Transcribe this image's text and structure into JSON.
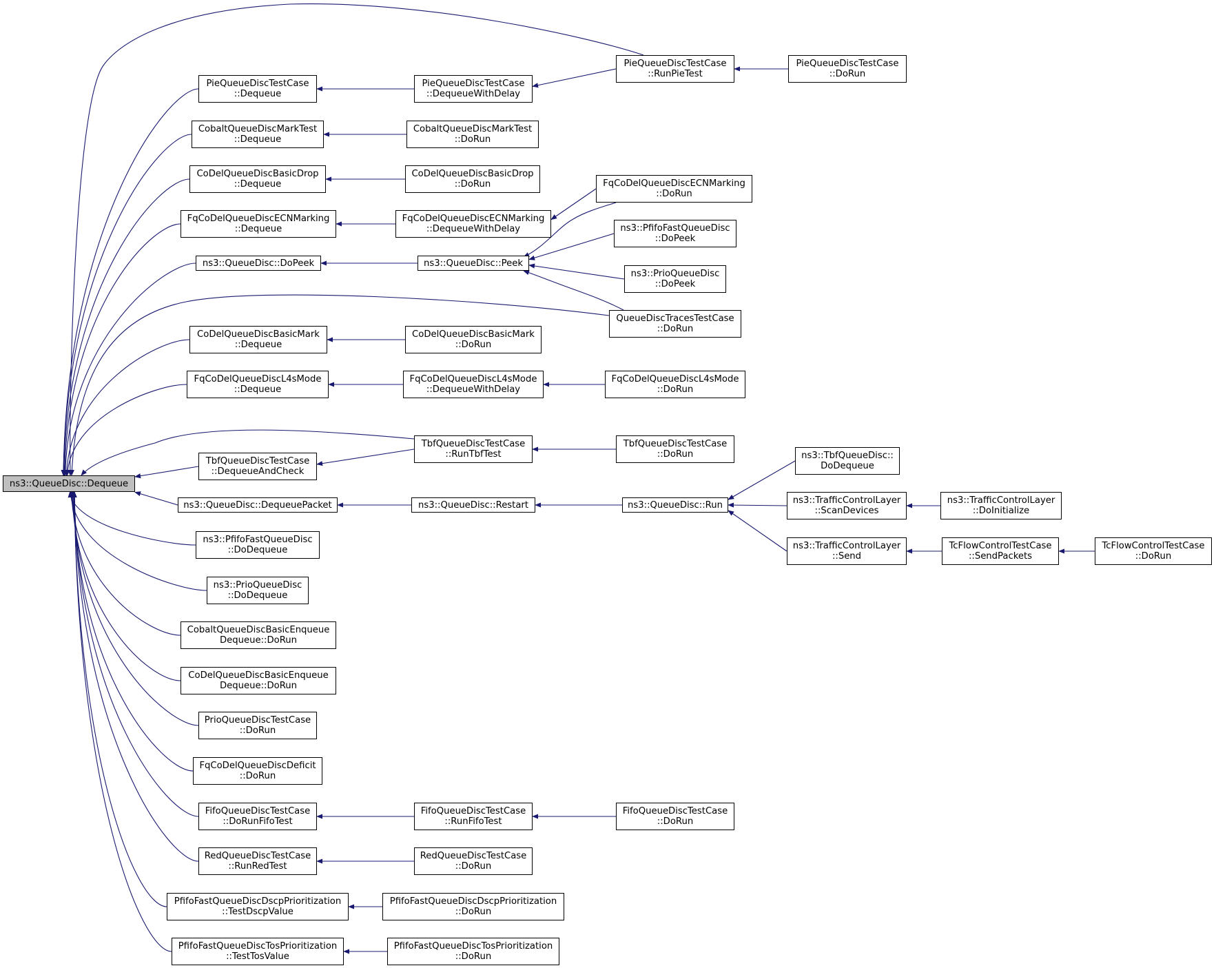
{
  "graph": {
    "title": "",
    "edge_color": "#191970",
    "root_fill": "#bfbfbf",
    "nodes": [
      {
        "id": "root",
        "lines": [
          "ns3::QueueDisc::Dequeue"
        ],
        "root": true
      },
      {
        "id": "pie_run",
        "lines": [
          "PieQueueDiscTestCase",
          "::RunPieTest"
        ]
      },
      {
        "id": "pie_dorun",
        "lines": [
          "PieQueueDiscTestCase",
          "::DoRun"
        ]
      },
      {
        "id": "pie_deq",
        "lines": [
          "PieQueueDiscTestCase",
          "::Dequeue"
        ]
      },
      {
        "id": "pie_dwd",
        "lines": [
          "PieQueueDiscTestCase",
          "::DequeueWithDelay"
        ]
      },
      {
        "id": "cob_mark_deq",
        "lines": [
          "CobaltQueueDiscMarkTest",
          "::Dequeue"
        ]
      },
      {
        "id": "cob_mark_run",
        "lines": [
          "CobaltQueueDiscMarkTest",
          "::DoRun"
        ]
      },
      {
        "id": "cod_drop_deq",
        "lines": [
          "CoDelQueueDiscBasicDrop",
          "::Dequeue"
        ]
      },
      {
        "id": "cod_drop_run",
        "lines": [
          "CoDelQueueDiscBasicDrop",
          "::DoRun"
        ]
      },
      {
        "id": "fq_ecn_run",
        "lines": [
          "FqCoDelQueueDiscECNMarking",
          "::DoRun"
        ]
      },
      {
        "id": "fq_ecn_deq",
        "lines": [
          "FqCoDelQueueDiscECNMarking",
          "::Dequeue"
        ]
      },
      {
        "id": "fq_ecn_dwd",
        "lines": [
          "FqCoDelQueueDiscECNMarking",
          "::DequeueWithDelay"
        ]
      },
      {
        "id": "pfifo_dopeek",
        "lines": [
          "ns3::PfifoFastQueueDisc",
          "::DoPeek"
        ]
      },
      {
        "id": "dopeek",
        "lines": [
          "ns3::QueueDisc::DoPeek"
        ]
      },
      {
        "id": "peek",
        "lines": [
          "ns3::QueueDisc::Peek"
        ]
      },
      {
        "id": "prio_dopeek",
        "lines": [
          "ns3::PrioQueueDisc",
          "::DoPeek"
        ]
      },
      {
        "id": "traces_run",
        "lines": [
          "QueueDiscTracesTestCase",
          "::DoRun"
        ]
      },
      {
        "id": "cod_mark_deq",
        "lines": [
          "CoDelQueueDiscBasicMark",
          "::Dequeue"
        ]
      },
      {
        "id": "cod_mark_run",
        "lines": [
          "CoDelQueueDiscBasicMark",
          "::DoRun"
        ]
      },
      {
        "id": "fq_l4s_deq",
        "lines": [
          "FqCoDelQueueDiscL4sMode",
          "::Dequeue"
        ]
      },
      {
        "id": "fq_l4s_dwd",
        "lines": [
          "FqCoDelQueueDiscL4sMode",
          "::DequeueWithDelay"
        ]
      },
      {
        "id": "fq_l4s_run",
        "lines": [
          "FqCoDelQueueDiscL4sMode",
          "::DoRun"
        ]
      },
      {
        "id": "tbf_run",
        "lines": [
          "TbfQueueDiscTestCase",
          "::RunTbfTest"
        ]
      },
      {
        "id": "tbf_dorun",
        "lines": [
          "TbfQueueDiscTestCase",
          "::DoRun"
        ]
      },
      {
        "id": "tbf_dac",
        "lines": [
          "TbfQueueDiscTestCase",
          "::DequeueAndCheck"
        ]
      },
      {
        "id": "tbf_dodeq",
        "lines": [
          "ns3::TbfQueueDisc::",
          "DoDequeue"
        ]
      },
      {
        "id": "deqpkt",
        "lines": [
          "ns3::QueueDisc::DequeuePacket"
        ]
      },
      {
        "id": "restart",
        "lines": [
          "ns3::QueueDisc::Restart"
        ]
      },
      {
        "id": "qrun",
        "lines": [
          "ns3::QueueDisc::Run"
        ]
      },
      {
        "id": "tcl_scan",
        "lines": [
          "ns3::TrafficControlLayer",
          "::ScanDevices"
        ]
      },
      {
        "id": "tcl_init",
        "lines": [
          "ns3::TrafficControlLayer",
          "::DoInitialize"
        ]
      },
      {
        "id": "tcl_send",
        "lines": [
          "ns3::TrafficControlLayer",
          "::Send"
        ]
      },
      {
        "id": "tc_send",
        "lines": [
          "TcFlowControlTestCase",
          "::SendPackets"
        ]
      },
      {
        "id": "tc_run",
        "lines": [
          "TcFlowControlTestCase",
          "::DoRun"
        ]
      },
      {
        "id": "pfifo_dodeq",
        "lines": [
          "ns3::PfifoFastQueueDisc",
          "::DoDequeue"
        ]
      },
      {
        "id": "prio_dodeq",
        "lines": [
          "ns3::PrioQueueDisc",
          "::DoDequeue"
        ]
      },
      {
        "id": "cob_enq",
        "lines": [
          "CobaltQueueDiscBasicEnqueue",
          "Dequeue::DoRun"
        ]
      },
      {
        "id": "cod_enq",
        "lines": [
          "CoDelQueueDiscBasicEnqueue",
          "Dequeue::DoRun"
        ]
      },
      {
        "id": "prio_tc_run",
        "lines": [
          "PrioQueueDiscTestCase",
          "::DoRun"
        ]
      },
      {
        "id": "fq_def_run",
        "lines": [
          "FqCoDelQueueDiscDeficit",
          "::DoRun"
        ]
      },
      {
        "id": "fifo_drft",
        "lines": [
          "FifoQueueDiscTestCase",
          "::DoRunFifoTest"
        ]
      },
      {
        "id": "fifo_rft",
        "lines": [
          "FifoQueueDiscTestCase",
          "::RunFifoTest"
        ]
      },
      {
        "id": "fifo_run",
        "lines": [
          "FifoQueueDiscTestCase",
          "::DoRun"
        ]
      },
      {
        "id": "red_rrt",
        "lines": [
          "RedQueueDiscTestCase",
          "::RunRedTest"
        ]
      },
      {
        "id": "red_run",
        "lines": [
          "RedQueueDiscTestCase",
          "::DoRun"
        ]
      },
      {
        "id": "dscp_test",
        "lines": [
          "PfifoFastQueueDiscDscpPrioritization",
          "::TestDscpValue"
        ]
      },
      {
        "id": "dscp_run",
        "lines": [
          "PfifoFastQueueDiscDscpPrioritization",
          "::DoRun"
        ]
      },
      {
        "id": "tos_test",
        "lines": [
          "PfifoFastQueueDiscTosPrioritization",
          "::TestTosValue"
        ]
      },
      {
        "id": "tos_run",
        "lines": [
          "PfifoFastQueueDiscTosPrioritization",
          "::DoRun"
        ]
      }
    ],
    "edges": [
      [
        "pie_run",
        "root"
      ],
      [
        "pie_deq",
        "root"
      ],
      [
        "cob_mark_deq",
        "root"
      ],
      [
        "cod_drop_deq",
        "root"
      ],
      [
        "fq_ecn_deq",
        "root"
      ],
      [
        "dopeek",
        "root"
      ],
      [
        "traces_run",
        "root"
      ],
      [
        "cod_mark_deq",
        "root"
      ],
      [
        "fq_l4s_deq",
        "root"
      ],
      [
        "tbf_run",
        "root"
      ],
      [
        "tbf_dac",
        "root"
      ],
      [
        "deqpkt",
        "root"
      ],
      [
        "pfifo_dodeq",
        "root"
      ],
      [
        "prio_dodeq",
        "root"
      ],
      [
        "cob_enq",
        "root"
      ],
      [
        "cod_enq",
        "root"
      ],
      [
        "prio_tc_run",
        "root"
      ],
      [
        "fq_def_run",
        "root"
      ],
      [
        "fifo_drft",
        "root"
      ],
      [
        "red_rrt",
        "root"
      ],
      [
        "dscp_test",
        "root"
      ],
      [
        "tos_test",
        "root"
      ],
      [
        "pie_dorun",
        "pie_run"
      ],
      [
        "pie_dwd",
        "pie_deq"
      ],
      [
        "pie_run",
        "pie_dwd"
      ],
      [
        "cob_mark_run",
        "cob_mark_deq"
      ],
      [
        "cod_drop_run",
        "cod_drop_deq"
      ],
      [
        "fq_ecn_dwd",
        "fq_ecn_deq"
      ],
      [
        "fq_ecn_run",
        "fq_ecn_dwd"
      ],
      [
        "peek",
        "dopeek"
      ],
      [
        "fq_ecn_run",
        "peek"
      ],
      [
        "pfifo_dopeek",
        "peek"
      ],
      [
        "prio_dopeek",
        "peek"
      ],
      [
        "traces_run",
        "peek"
      ],
      [
        "cod_mark_run",
        "cod_mark_deq"
      ],
      [
        "fq_l4s_dwd",
        "fq_l4s_deq"
      ],
      [
        "fq_l4s_run",
        "fq_l4s_dwd"
      ],
      [
        "tbf_run",
        "tbf_dac"
      ],
      [
        "tbf_dorun",
        "tbf_run"
      ],
      [
        "restart",
        "deqpkt"
      ],
      [
        "qrun",
        "restart"
      ],
      [
        "tbf_dodeq",
        "qrun"
      ],
      [
        "tcl_scan",
        "qrun"
      ],
      [
        "tcl_send",
        "qrun"
      ],
      [
        "tcl_init",
        "tcl_scan"
      ],
      [
        "tc_send",
        "tcl_send"
      ],
      [
        "tc_run",
        "tc_send"
      ],
      [
        "fifo_rft",
        "fifo_drft"
      ],
      [
        "fifo_run",
        "fifo_rft"
      ],
      [
        "red_run",
        "red_rrt"
      ],
      [
        "dscp_run",
        "dscp_test"
      ],
      [
        "tos_run",
        "tos_test"
      ]
    ]
  }
}
